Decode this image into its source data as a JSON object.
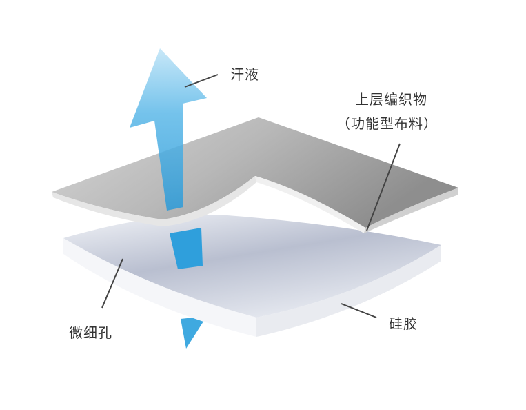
{
  "labels": {
    "sweat": "汗液",
    "upper_fabric": "上层编织物",
    "upper_fabric_note": "（功能型布料）",
    "micropores": "微细孔",
    "silicone": "硅胶"
  },
  "colors": {
    "arrow": "#3fa9e0",
    "upper_layer": "#a8a8a8",
    "lower_layer": "#dfe3ee"
  }
}
